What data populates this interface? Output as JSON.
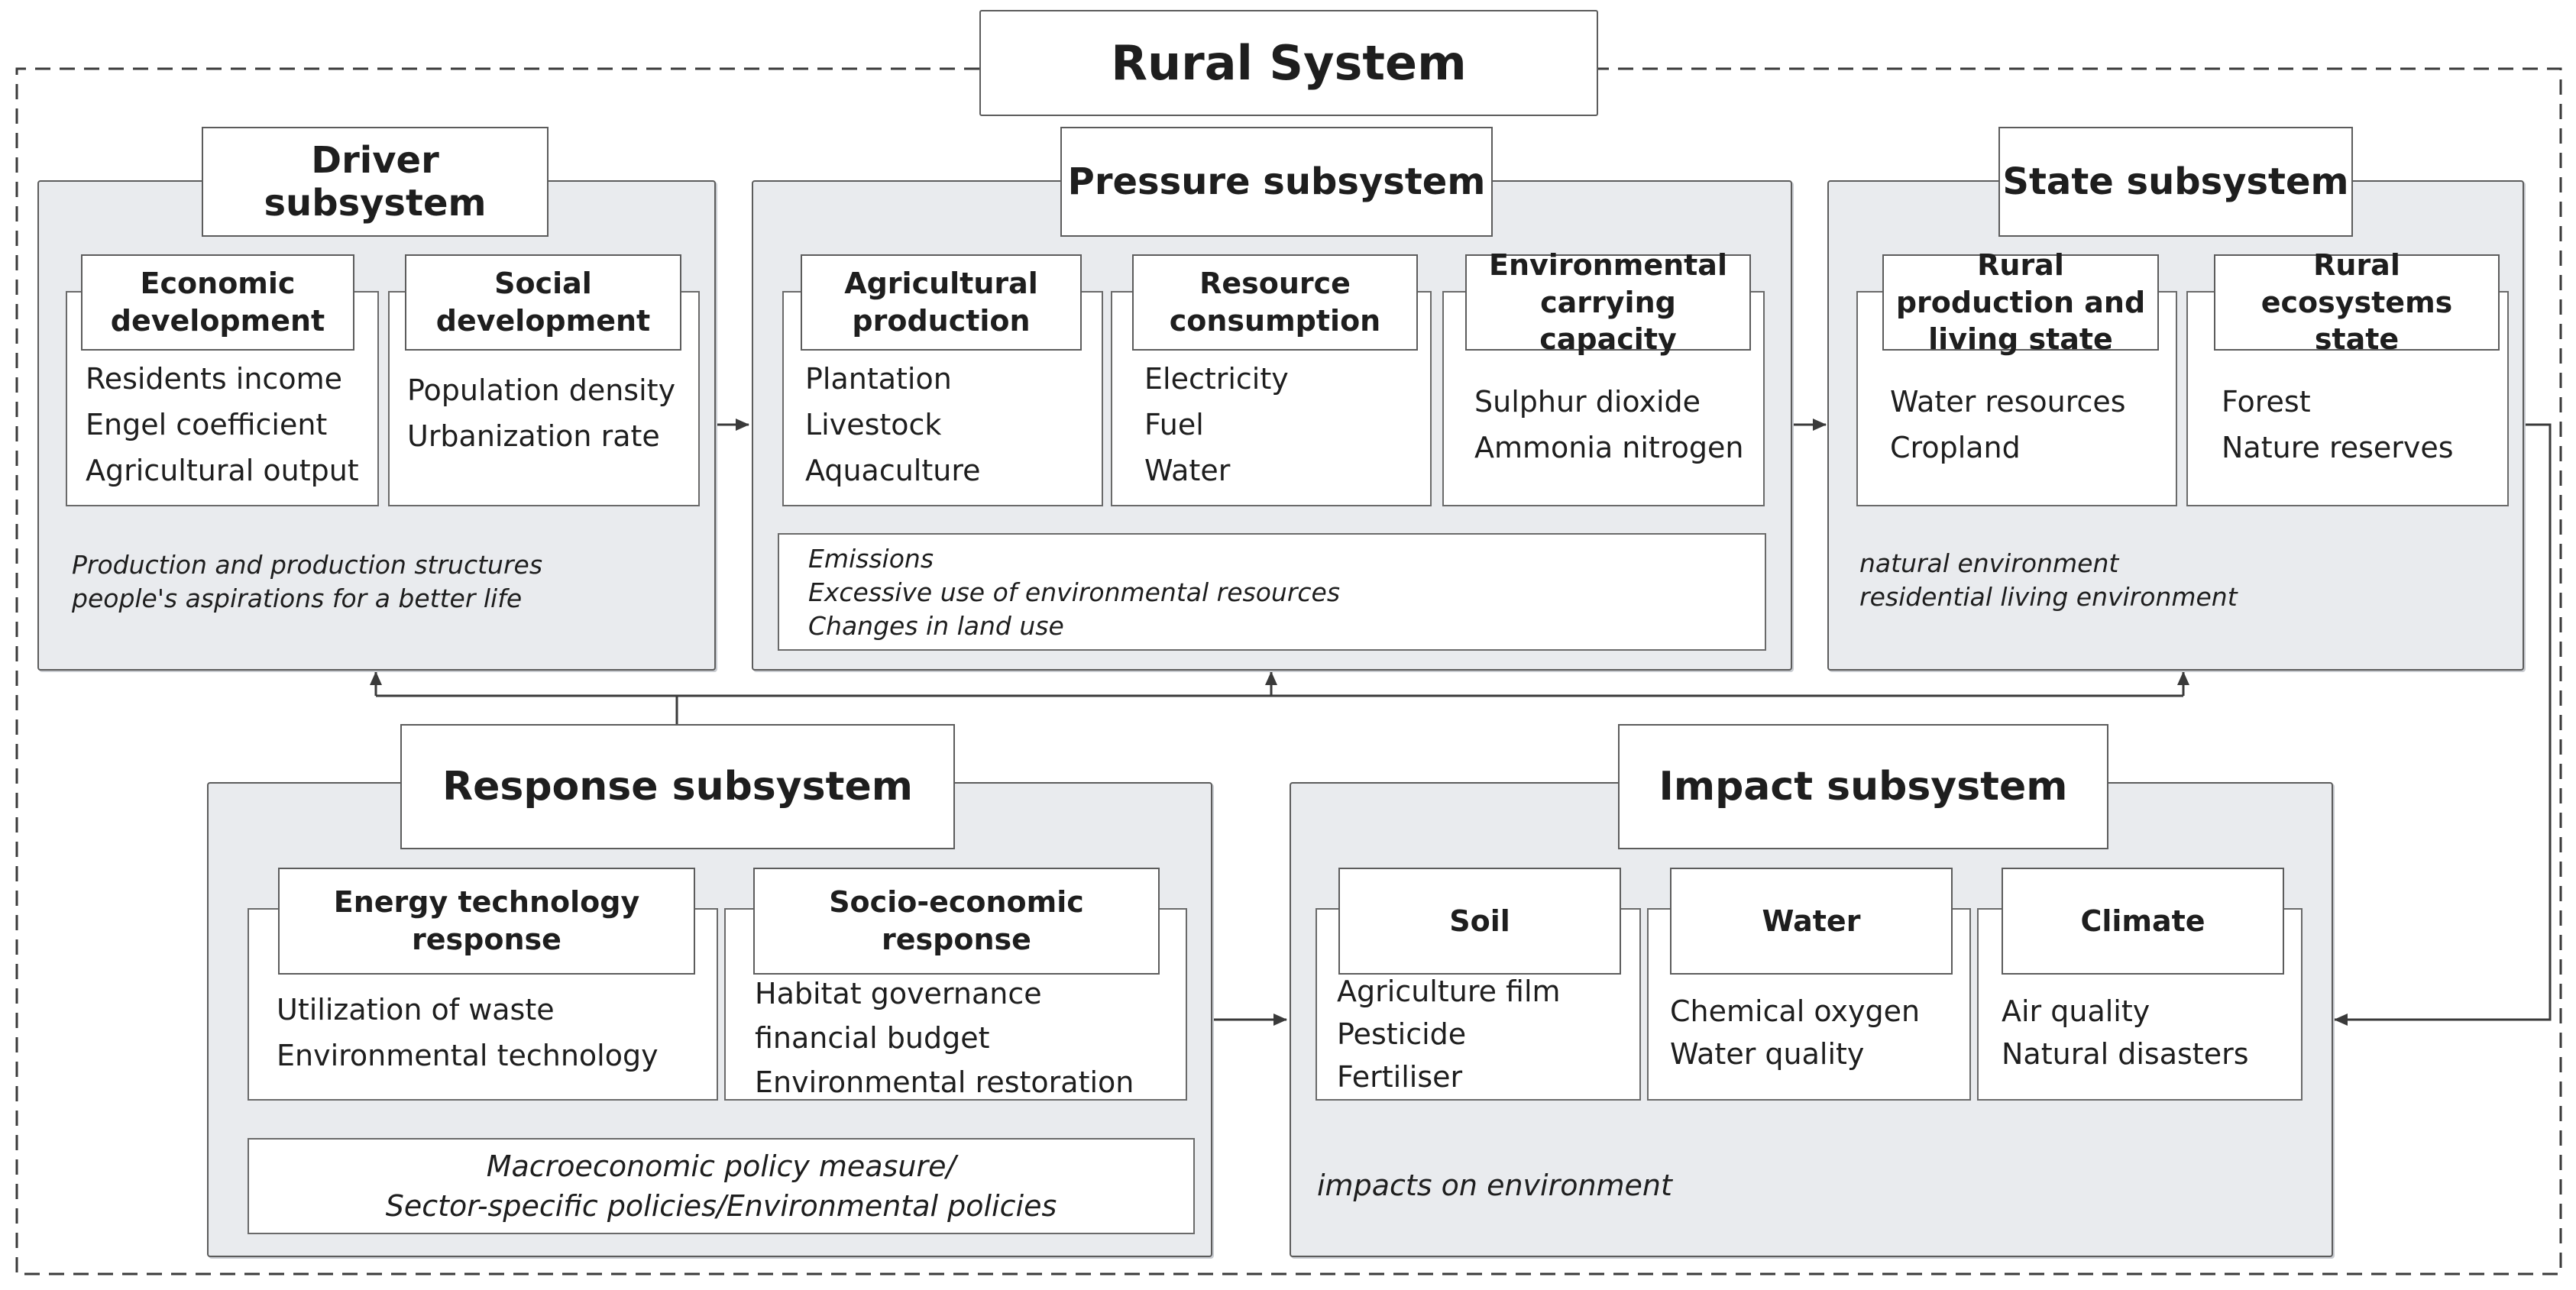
{
  "title": "Rural System",
  "driver": {
    "title": "Driver subsystem",
    "groups": [
      {
        "title": "Economic development",
        "items": [
          "Residents income",
          "Engel coefficient",
          "Agricultural output"
        ]
      },
      {
        "title": "Social development",
        "items": [
          "Population density",
          "Urbanization rate"
        ]
      }
    ],
    "notes": [
      "Production and production structures",
      "people's aspirations for a better life"
    ]
  },
  "pressure": {
    "title": "Pressure subsystem",
    "groups": [
      {
        "title": "Agricultural production",
        "items": [
          "Plantation",
          "Livestock",
          "Aquaculture"
        ]
      },
      {
        "title": "Resource consumption",
        "items": [
          "Electricity",
          "Fuel",
          "Water"
        ]
      },
      {
        "title": "Environmental carrying capacity",
        "items": [
          "Sulphur dioxide",
          "Ammonia nitrogen"
        ]
      }
    ],
    "notes": [
      "Emissions",
      "Excessive use of environmental resources",
      "Changes in land use"
    ]
  },
  "state": {
    "title": "State subsystem",
    "groups": [
      {
        "title": "Rural production and living state",
        "items": [
          "Water resources",
          "Cropland"
        ]
      },
      {
        "title": "Rural ecosystems state",
        "items": [
          "Forest",
          "Nature reserves"
        ]
      }
    ],
    "notes": [
      "natural environment",
      "residential living environment"
    ]
  },
  "response": {
    "title": "Response subsystem",
    "groups": [
      {
        "title": "Energy technology response",
        "items": [
          "Utilization of waste",
          "Environmental technology"
        ]
      },
      {
        "title": "Socio-economic response",
        "items": [
          "Habitat governance",
          "financial budget",
          "Environmental restoration"
        ]
      }
    ],
    "notes": [
      "Macroeconomic policy measure/",
      "Sector-specific policies/Environmental policies"
    ]
  },
  "impact": {
    "title": "Impact subsystem",
    "groups": [
      {
        "title": "Soil",
        "items": [
          "Agriculture film",
          "Pesticide",
          "Fertiliser"
        ]
      },
      {
        "title": "Water",
        "items": [
          "Chemical oxygen",
          "Water quality"
        ]
      },
      {
        "title": "Climate",
        "items": [
          "Air quality",
          "Natural disasters"
        ]
      }
    ],
    "notes": [
      "impacts on environment"
    ]
  },
  "colors": {
    "panel_fill": "#e9ebee",
    "line": "#3a3a3a"
  }
}
